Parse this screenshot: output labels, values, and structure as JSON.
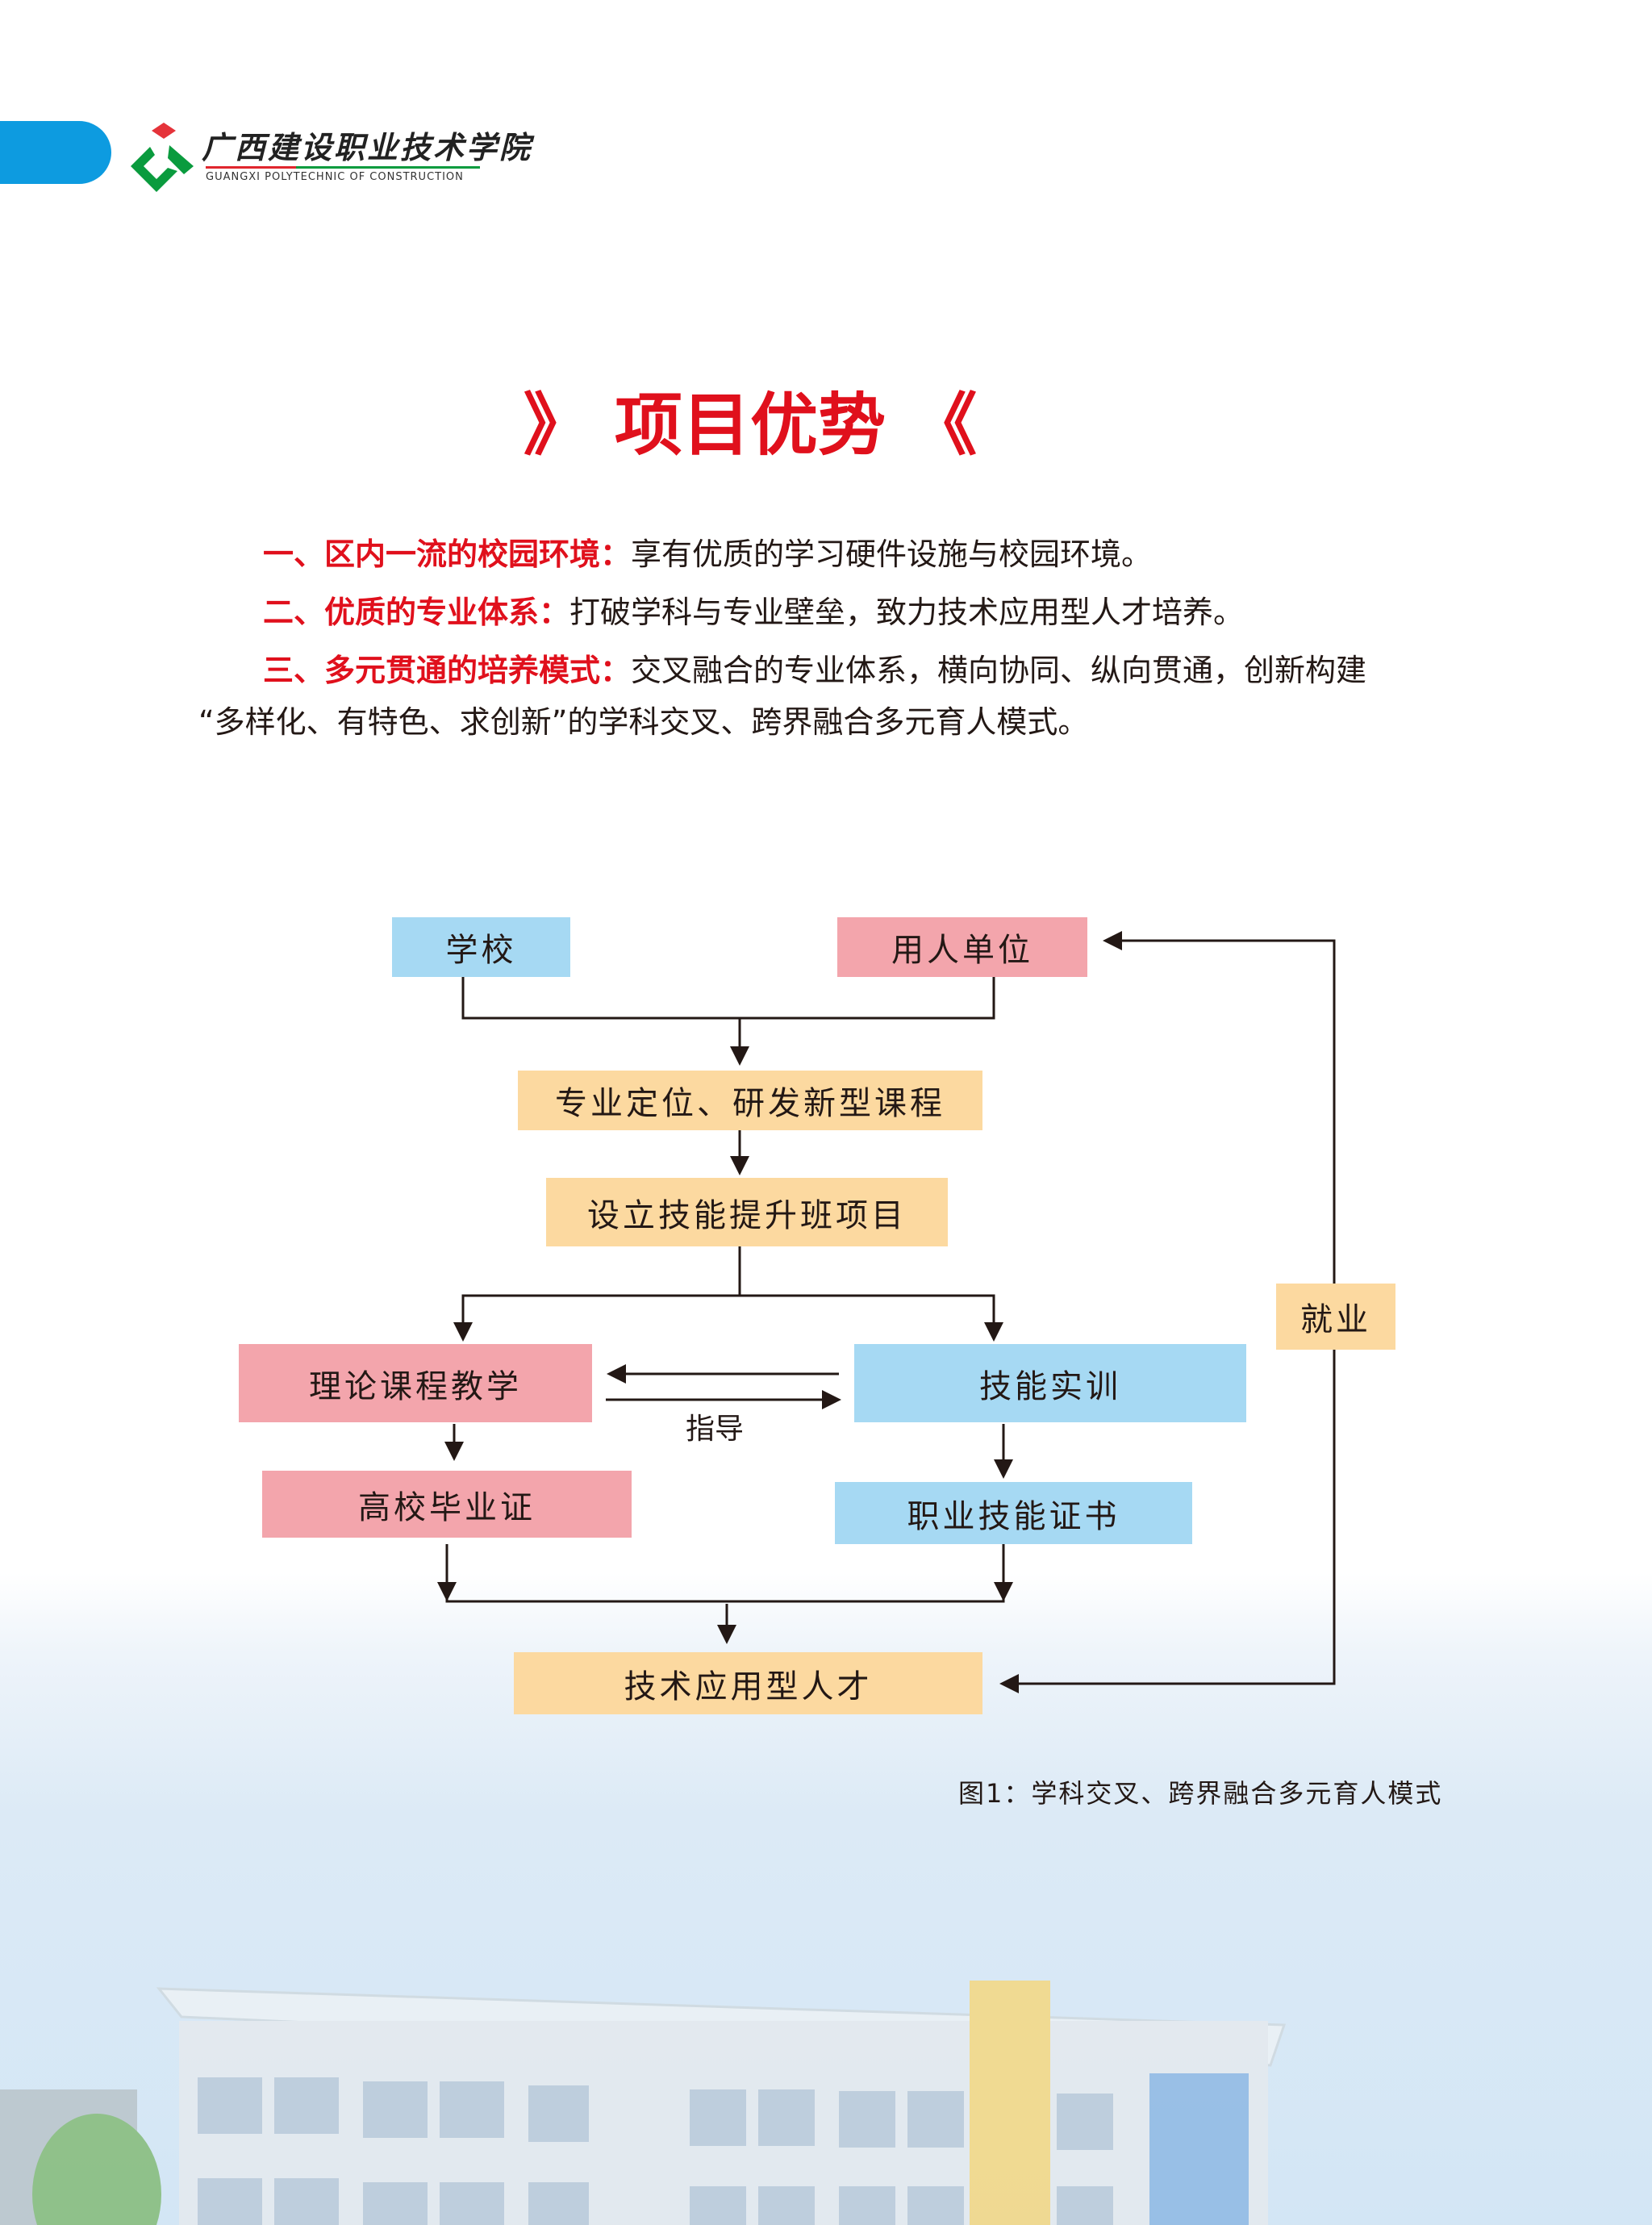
{
  "header": {
    "logo_cn": "广西建设职业技术学院",
    "logo_en": "GUANGXI POLYTECHNIC OF CONSTRUCTION"
  },
  "title": "》 项目优势 《",
  "advantages": [
    {
      "heading": "一、区内一流的校园环境：",
      "text": "享有优质的学习硬件设施与校园环境。"
    },
    {
      "heading": "二、优质的专业体系：",
      "text": "打破学科与专业壁垒，致力技术应用型人才培养。"
    },
    {
      "heading": "三、多元贯通的培养模式：",
      "text": "交叉融合的专业体系，横向协同、纵向贯通，创新构建",
      "text2": "“多样化、有特色、求创新”的学科交叉、跨界融合多元育人模式。"
    }
  ],
  "diagram": {
    "school": "学校",
    "employer": "用人单位",
    "positioning": "专业定位、研发新型课程",
    "class_setup": "设立技能提升班项目",
    "theory": "理论课程教学",
    "training": "技能实训",
    "guide": "指导",
    "diploma": "高校毕业证",
    "certificate": "职业技能证书",
    "talent": "技术应用型人才",
    "employment": "就业"
  },
  "caption": "图1：学科交叉、跨界融合多元育人模式",
  "colors": {
    "red": "#e0101c",
    "blue_box": "#a6d9f3",
    "pink_box": "#f3a5ac",
    "orange_box": "#fcd9a0",
    "brand_blue": "#0d9be0"
  }
}
